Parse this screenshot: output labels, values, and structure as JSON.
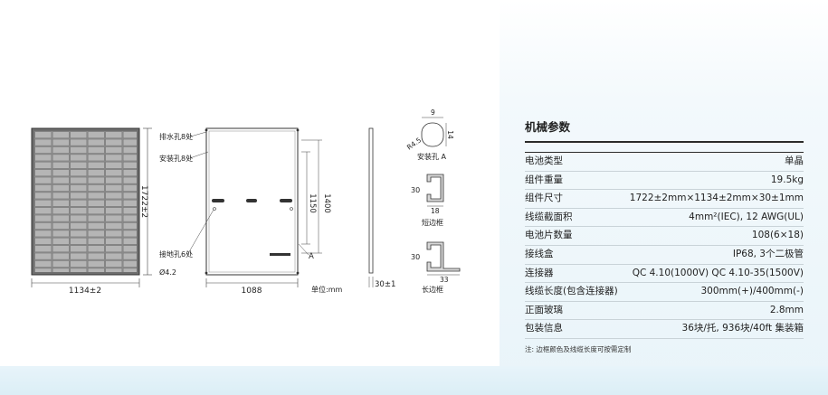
{
  "drawing": {
    "labels": {
      "height_dim": "1722±2",
      "width_dim": "1134±2",
      "drain_holes": "排水孔8处",
      "mount_holes": "安装孔8处",
      "ground_holes": "接地孔6处",
      "ground_diameter": "Ø4.2",
      "dim_1088": "1088",
      "dim_1400": "1400",
      "dim_1150": "1150",
      "marker_a": "A",
      "unit": "单位:mm",
      "thickness": "30±1",
      "hole_w": "9",
      "hole_h": "14",
      "hole_r": "R4.5",
      "hole_a_title": "安装孔 A",
      "short_frame_h": "30",
      "short_frame_w": "18",
      "short_frame_title": "短边框",
      "long_frame_h": "30",
      "long_frame_w": "33",
      "long_frame_title": "长边框"
    }
  },
  "specs": {
    "title": "机械参数",
    "rows": [
      {
        "key": "电池类型",
        "value": "单晶"
      },
      {
        "key": "组件重量",
        "value": "19.5kg"
      },
      {
        "key": "组件尺寸",
        "value": "1722±2mm×1134±2mm×30±1mm"
      },
      {
        "key": "线缆截面积",
        "value": "4mm²(IEC), 12 AWG(UL)"
      },
      {
        "key": "电池片数量",
        "value": "108(6×18)"
      },
      {
        "key": "接线盒",
        "value": "IP68, 3个二极管"
      },
      {
        "key": "连接器",
        "value": "QC 4.10(1000V) QC 4.10-35(1500V)"
      },
      {
        "key": "线缆长度(包含连接器)",
        "value": "300mm(+)/400mm(-)"
      },
      {
        "key": "正面玻璃",
        "value": "2.8mm"
      },
      {
        "key": "包装信息",
        "value": "36块/托, 936块/40ft 集装箱"
      }
    ],
    "note": "注: 边框颜色及线缆长度可按需定制"
  }
}
